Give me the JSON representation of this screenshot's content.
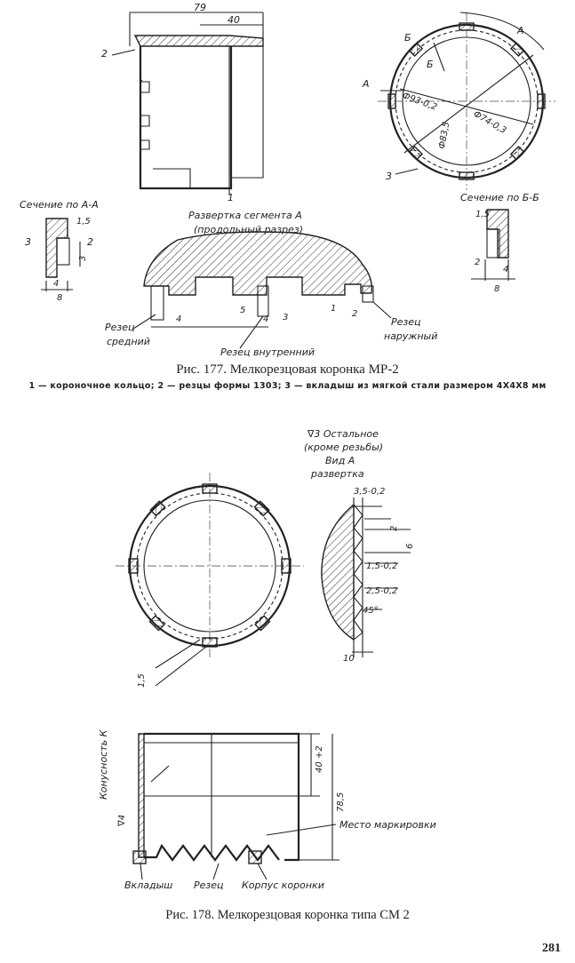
{
  "fig177": {
    "caption": "Рис. 177. Мелкорезцовая коронка МР-2",
    "legend": "1 — короночное кольцо; 2 — резцы формы 1303; 3 — вкладыш из мягкой стали размером 4Х4Х8 мм",
    "dim_79": "79",
    "dim_40": "40",
    "ref_1": "1",
    "ref_2": "2",
    "ref_3": "3",
    "sec_aa": "Сечение по А-А",
    "sec_bb": "Сечение по Б-Б",
    "dev_title_1": "Развертка сегмента А",
    "dev_title_2": "(продольный разрез)",
    "cut_mid_1": "Резец",
    "cut_mid_2": "средний",
    "cut_in": "Резец внутренний",
    "cut_out_1": "Резец",
    "cut_out_2": "наружный",
    "label_a": "А",
    "label_b": "Б",
    "d93": "Ф93-0,2",
    "d83": "Ф83,5",
    "d74": "Ф74-0,3",
    "d15": "1,5",
    "d2": "2",
    "d3": "3",
    "d4": "4",
    "d8": "8",
    "d5": "5",
    "d1": "1"
  },
  "fig178": {
    "caption": "Рис. 178. Мелкорезцовая коронка типа СМ 2",
    "rough_1": "∇3 Остальное",
    "rough_2": "(кроме резьбы)",
    "view_a_1": "Вид А",
    "view_a_2": "развертка",
    "d35": "3,5-0,2",
    "d2": "2",
    "d6": "6",
    "d15": "1,5-0,2",
    "d25": "2,5-0,2",
    "d45": "45°",
    "d10": "10",
    "d15b": "1,5",
    "konus": "Конусность К",
    "rough4": "∇4",
    "d40": "40 +2",
    "d785": "78,5",
    "mark": "Место маркировки",
    "vkladysh": "Вкладыш",
    "rezec": "Резец",
    "korpus": "Корпус коронки"
  },
  "page_number": "281"
}
